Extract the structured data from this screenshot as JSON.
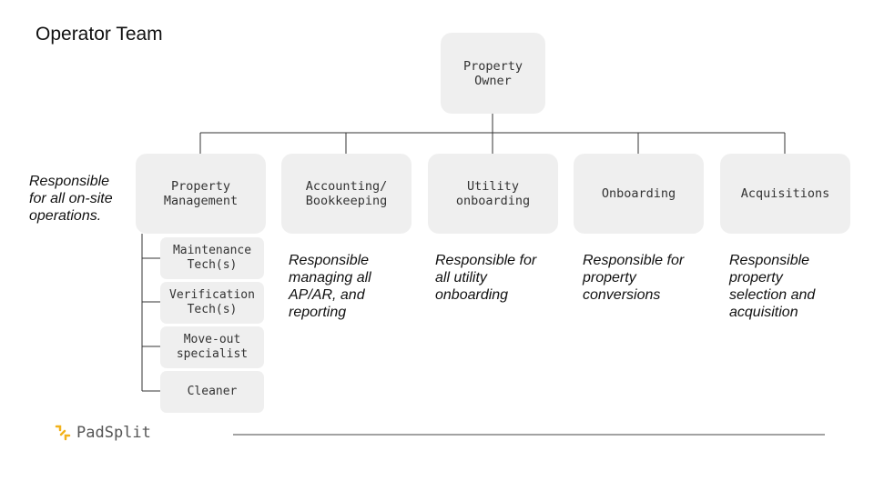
{
  "title": "Operator Team",
  "root": "Property\nOwner",
  "departments": [
    {
      "label": "Property\nManagement",
      "description": "Responsible\nfor all on-site\noperations."
    },
    {
      "label": "Accounting/\nBookkeeping",
      "description": "Responsible\nmanaging all\nAP/AR, and\nreporting"
    },
    {
      "label": "Utility\nonboarding",
      "description": "Responsible for\nall utility\nonboarding"
    },
    {
      "label": "Onboarding",
      "description": "Responsible for\nproperty\nconversions"
    },
    {
      "label": "Acquisitions",
      "description": "Responsible\nproperty\nselection and\nacquisition"
    }
  ],
  "sub_roles": [
    "Maintenance\nTech(s)",
    "Verification\nTech(s)",
    "Move-out\nspecialist",
    "Cleaner"
  ],
  "footer": {
    "brand": "PadSplit",
    "logo_icon": "padsplit-logo-icon",
    "accent": "#f2b21b"
  }
}
